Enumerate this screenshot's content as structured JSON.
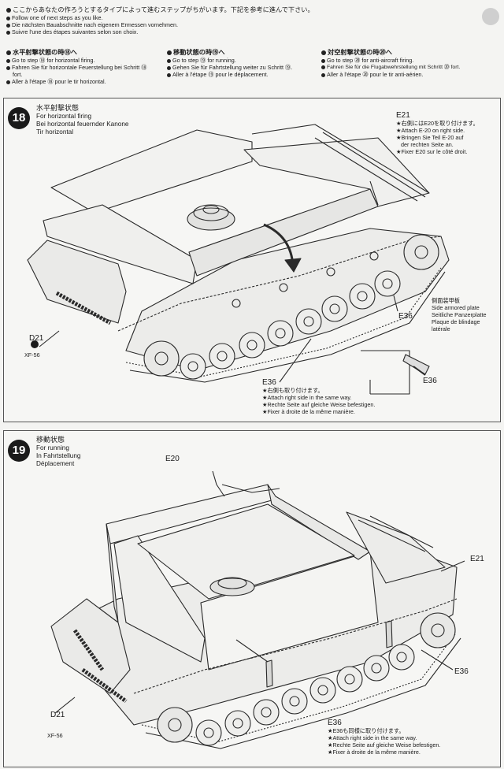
{
  "intro": {
    "lines": [
      "ここからあなたの作ろうとするタイプによって進むステップがちがいます。下記を参考に進んで下さい。",
      "Follow one of next steps as you like.",
      "Die nächsten Bauabschnitte nach eigenem Ermessen vornehmen.",
      "Suivre l'une des étapes suivantes selon son choix."
    ]
  },
  "options": [
    {
      "title": "水平射撃状態の時⑱へ",
      "lines": [
        "Go to step ⑱ for horizontal firing.",
        "Fahren Sie für horizontale Feuerstellung bei Schritt ⑱",
        "fort.",
        "Aller à l'étape ⑱ pour le tir horizontal."
      ]
    },
    {
      "title": "移動状態の時⑲へ",
      "lines": [
        "Go to step ⑲ for running.",
        "Gehen Sie für Fahrtstellung weiter zu Schritt ⑲.",
        "Aller à l'étape ⑲ pour le déplacement."
      ]
    },
    {
      "title": "対空射撃状態の時⑳へ",
      "lines": [
        "Go to step ⑳ for anti-aircraft firing.",
        "Fahren Sie für die Flugabwehrstellung mit Schritt ⑳ fort.",
        "Aller à l'étape ⑳ pour le tir anti-aérien."
      ]
    }
  ],
  "step18": {
    "number": "18",
    "title_jp": "水平射撃状態",
    "title_en": "For horizontal firing",
    "title_de": "Bei horizontal feuernder Kanone",
    "title_fr": "Tir horizontal",
    "e21": {
      "label": "E21",
      "lines": [
        "★右側にはE20を取り付けます。",
        "★Attach E-20 on right side.",
        "★Bringen Sie Teil E-20 auf",
        "der rechten Seite an.",
        "★Fixer E20 sur le côté droit."
      ]
    },
    "side_plate": {
      "lines": [
        "側面装甲板",
        "Side armored plate",
        "Seitliche Panzerplatte",
        "Plaque de blindage",
        "latérale"
      ]
    },
    "e36_label": "E36",
    "e36_bottom": {
      "label": "E36",
      "lines": [
        "★右側も取り付けます。",
        "★Attach right side in the same way.",
        "★Rechte Seite auf gleiche Weise befestigen.",
        "★Fixer à droite de la même manière."
      ]
    },
    "e36_detail": "E36",
    "d21": "D21",
    "paint": "XF-56"
  },
  "step19": {
    "number": "19",
    "title_jp": "移動状態",
    "title_en": "For running",
    "title_de": "In Fahrtstellung",
    "title_fr": "Déplacement",
    "e20": "E20",
    "e21": "E21",
    "e36": "E36",
    "e36_bottom": {
      "label": "E36",
      "lines": [
        "★E36も同様に取り付けます。",
        "★Attach right side in the same way.",
        "★Rechte Seite auf gleiche Weise befestigen.",
        "★Fixer à droite de la même manière."
      ]
    },
    "d21": "D21",
    "paint": "XF-56"
  }
}
